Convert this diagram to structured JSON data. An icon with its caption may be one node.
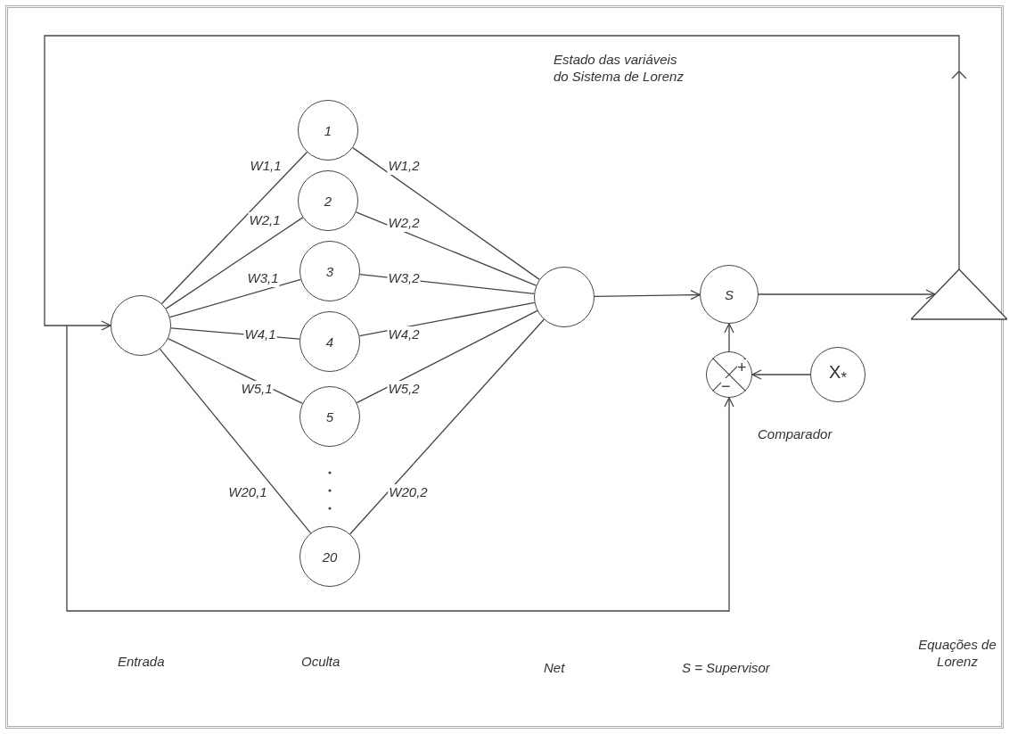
{
  "diagram": {
    "nodes": [
      {
        "text": [],
        "shape": "circle"
      },
      {
        "text": [
          "1"
        ]
      },
      {
        "text": [
          "2"
        ]
      },
      {
        "text": [
          "3"
        ]
      },
      {
        "text": [
          "4"
        ]
      },
      {
        "text": [
          "5"
        ]
      },
      {
        "text": [
          "20"
        ]
      },
      {
        "text": [],
        "shape": "circle"
      },
      {
        "text": [
          "S"
        ]
      },
      {
        "text": [
          "+",
          "−"
        ],
        "beside": [
          "Comparador"
        ]
      },
      {
        "text": [
          "X$_{*}$"
        ]
      },
      {
        "text": [],
        "shape": "triangle"
      }
    ],
    "edges": [
      {
        "from": 0,
        "to": 1,
        "arrow": "none",
        "label": "W1,1"
      },
      {
        "from": 0,
        "to": 2,
        "arrow": "none",
        "label": "W2,1"
      },
      {
        "from": 0,
        "to": 3,
        "arrow": "none",
        "label": "W3,1"
      },
      {
        "from": 0,
        "to": 4,
        "arrow": "none",
        "label": "W4,1"
      },
      {
        "from": 0,
        "to": 5,
        "arrow": "none",
        "label": "W5,1"
      },
      {
        "from": 0,
        "to": 6,
        "arrow": "none",
        "label": "W20,1"
      },
      {
        "from": 1,
        "to": 7,
        "arrow": "none",
        "label": "W1,2"
      },
      {
        "from": 2,
        "to": 7,
        "arrow": "none",
        "label": "W2,2"
      },
      {
        "from": 3,
        "to": 7,
        "arrow": "none",
        "label": "W3,2"
      },
      {
        "from": 4,
        "to": 7,
        "arrow": "none",
        "label": "W4,2"
      },
      {
        "from": 5,
        "to": 7,
        "arrow": "none",
        "label": "W5,2"
      },
      {
        "from": 6,
        "to": 7,
        "arrow": "none",
        "label": "W20,2"
      },
      {
        "from": 7,
        "to": 8,
        "arrow": "to"
      },
      {
        "from": 8,
        "to": 11,
        "arrow": "to"
      },
      {
        "from": 11,
        "to": 0,
        "arrow": "to",
        "label": "Estado das variáveis do Sistema de Lorenz"
      },
      {
        "from": 11,
        "to": 9,
        "arrow": "to"
      },
      {
        "from": 10,
        "to": 9,
        "arrow": "to"
      },
      {
        "from": 9,
        "to": 8,
        "arrow": "to"
      }
    ],
    "labels": [
      "Entrada",
      "Oculta",
      "Net",
      "S = Supervisor",
      "Equações de Lorenz"
    ]
  }
}
